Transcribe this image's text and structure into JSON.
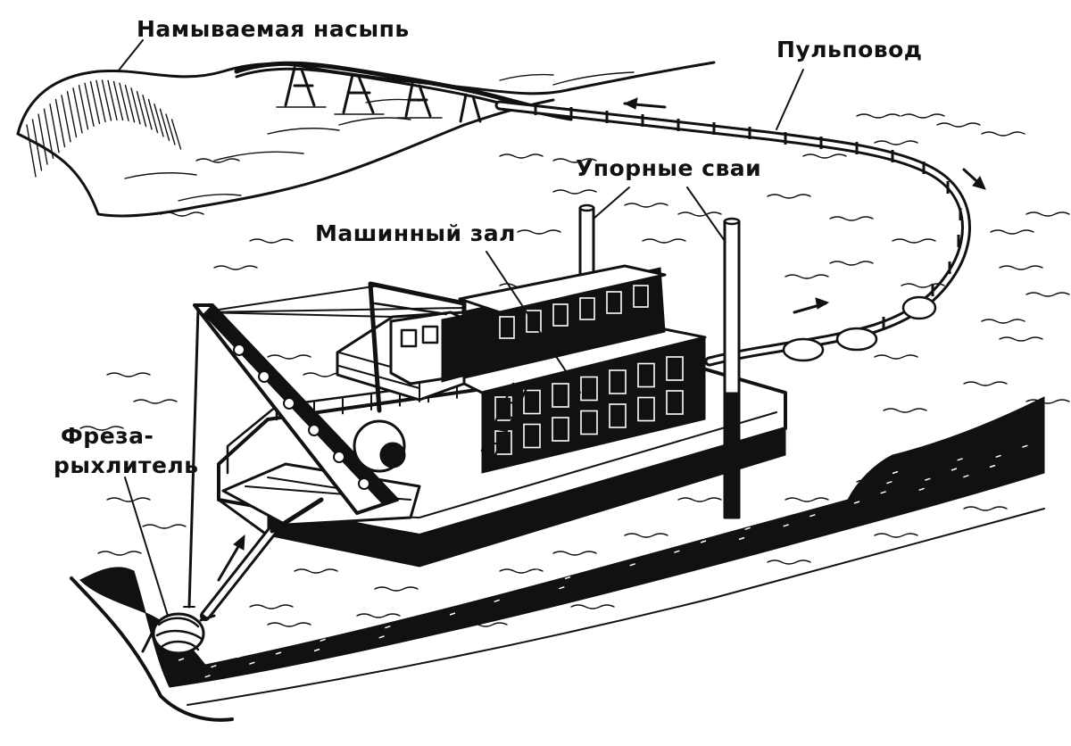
{
  "labels": {
    "embankment": "Намываемая насыпь",
    "pipeline": "Пульповод",
    "piles": "Упорные сваи",
    "engine_room": "Машинный зал",
    "cutter_line1": "Фреза-",
    "cutter_line2": "рыхлитель"
  },
  "colors": {
    "ink": "#111111",
    "paper": "#ffffff"
  },
  "icons": {
    "flow_arrow": "arrow"
  }
}
